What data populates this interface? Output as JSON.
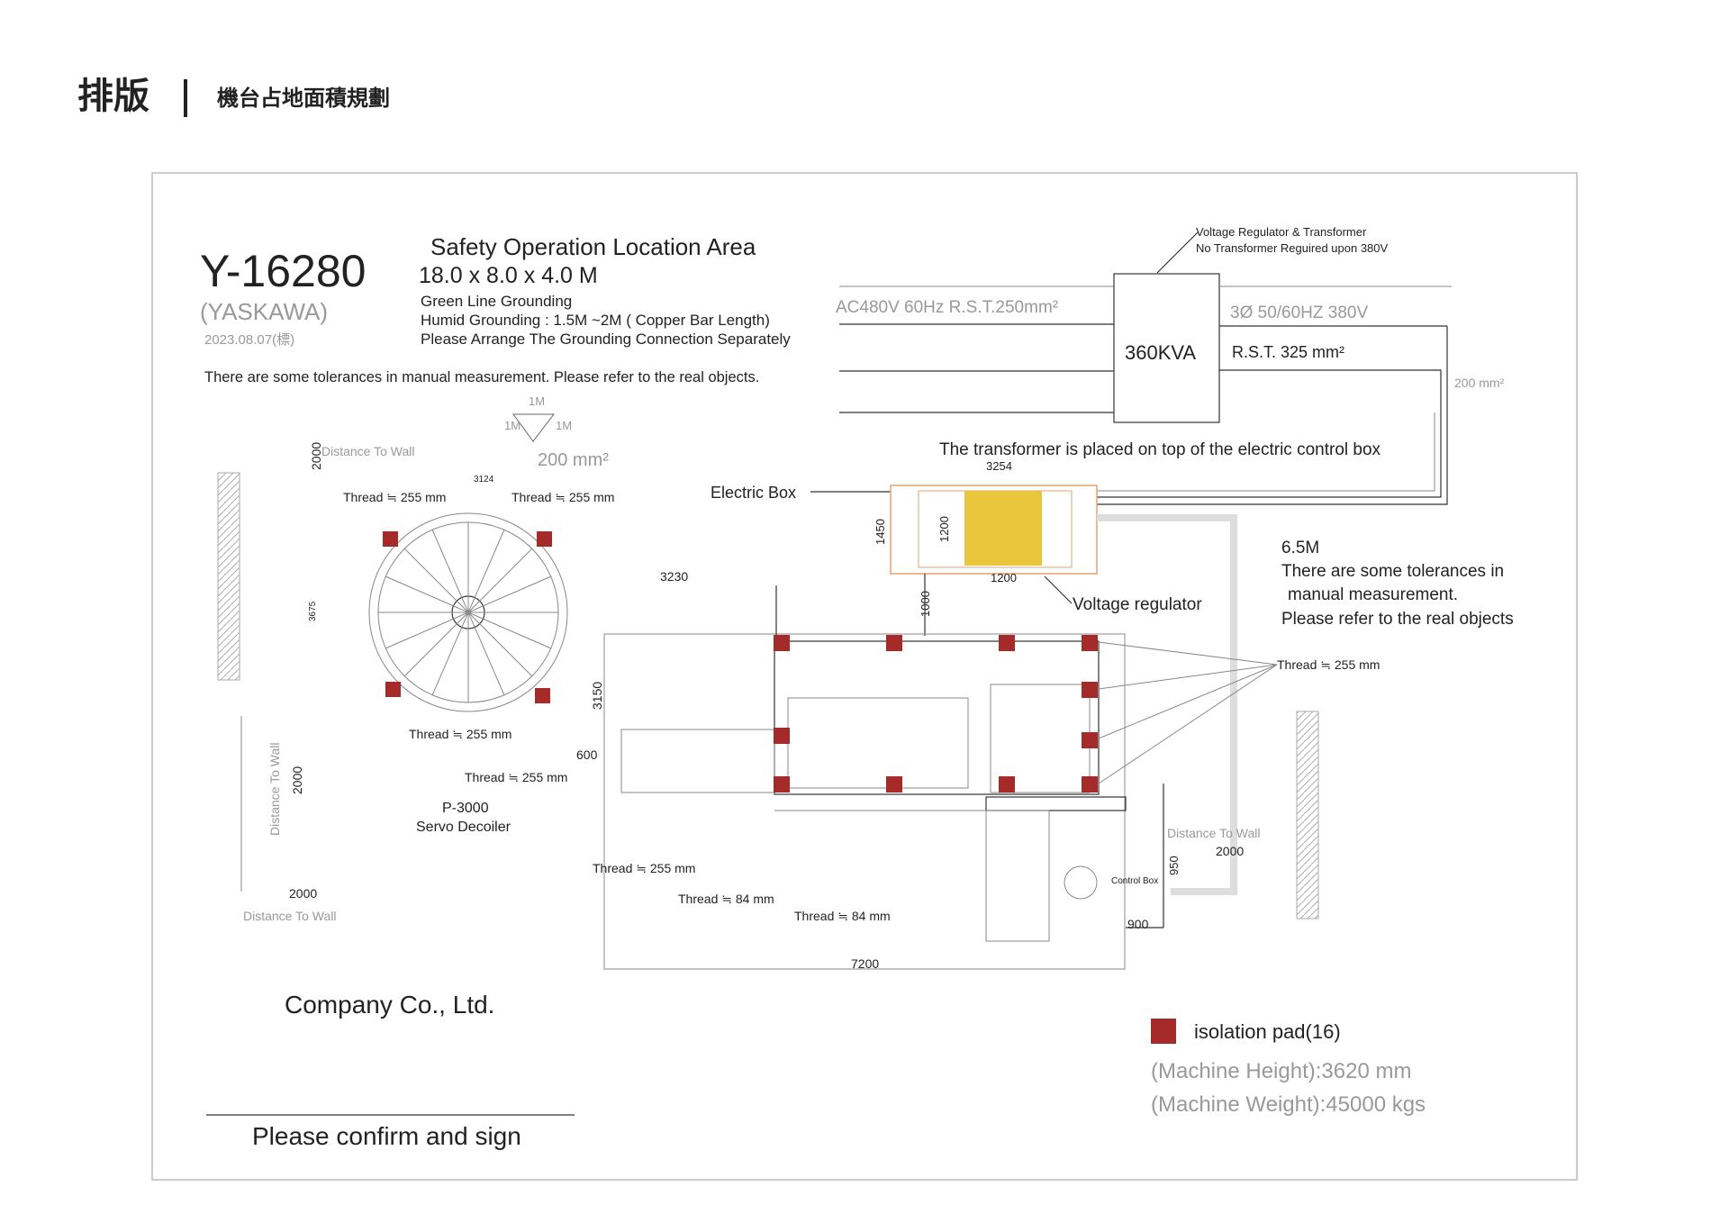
{
  "header": {
    "title": "排版",
    "subtitle": "機台占地面積規劃"
  },
  "model": {
    "name": "Y-16280",
    "brand": "(YASKAWA)",
    "date": "2023.08.07(標)"
  },
  "safety": {
    "title": "Safety Operation Location Area",
    "size": "18.0 x 8.0 x 4.0 M",
    "grounding1": "Green Line Grounding",
    "grounding2": "Humid Grounding : 1.5M ~2M ( Copper Bar Length)",
    "grounding3": "Please Arrange The Grounding Connection Separately"
  },
  "tolerance_note": "There are some tolerances in manual measurement. Please refer to the real objects.",
  "power": {
    "input": "AC480V  60Hz  R.S.T.250mm²",
    "kva": "360KVA",
    "output": "3Ø  50/60HZ  380V",
    "rst": "R.S.T. 325 mm²",
    "ground": "200 mm²",
    "regulator_note1": "Voltage Regulator & Transformer",
    "regulator_note2": "No Transformer Reguired upon 380V",
    "transformer_note": "The transformer is placed on top of the electric control box"
  },
  "labels": {
    "electric_box": "Electric Box",
    "voltage_regulator": "Voltage regulator",
    "tol_right_1": "6.5M",
    "tol_right_2": "There are some tolerances in",
    "tol_right_3": "manual measurement.",
    "tol_right_4": "Please refer to the real objects",
    "thread_255": "Thread ≒ 255 mm",
    "thread_84": "Thread ≒ 84 mm",
    "decoiler_model": "P-3000",
    "decoiler_name": "Servo Decoiler",
    "distance_wall": "Distance  To  Wall",
    "control_box": "Control Box",
    "ground_1m": "1M",
    "ground_200": "200  mm²"
  },
  "dims": {
    "d3254": "3254",
    "d1450": "1450",
    "d1200a": "1200",
    "d1200b": "1200",
    "d1000": "1000",
    "d3230": "3230",
    "d3150": "3150",
    "d600": "600",
    "d3124": "3124",
    "d3675": "3675",
    "d2000a": "2000",
    "d2000b": "2000",
    "d2000c": "2000",
    "d2000d": "2000",
    "d950": "950",
    "d900": "900",
    "d7200": "7200"
  },
  "footer": {
    "company": "Company Co., Ltd.",
    "confirm": "Please confirm and sign",
    "pad_legend": "isolation pad(16)",
    "height": "(Machine Height):3620  mm",
    "weight": "(Machine Weight):45000  kgs"
  }
}
